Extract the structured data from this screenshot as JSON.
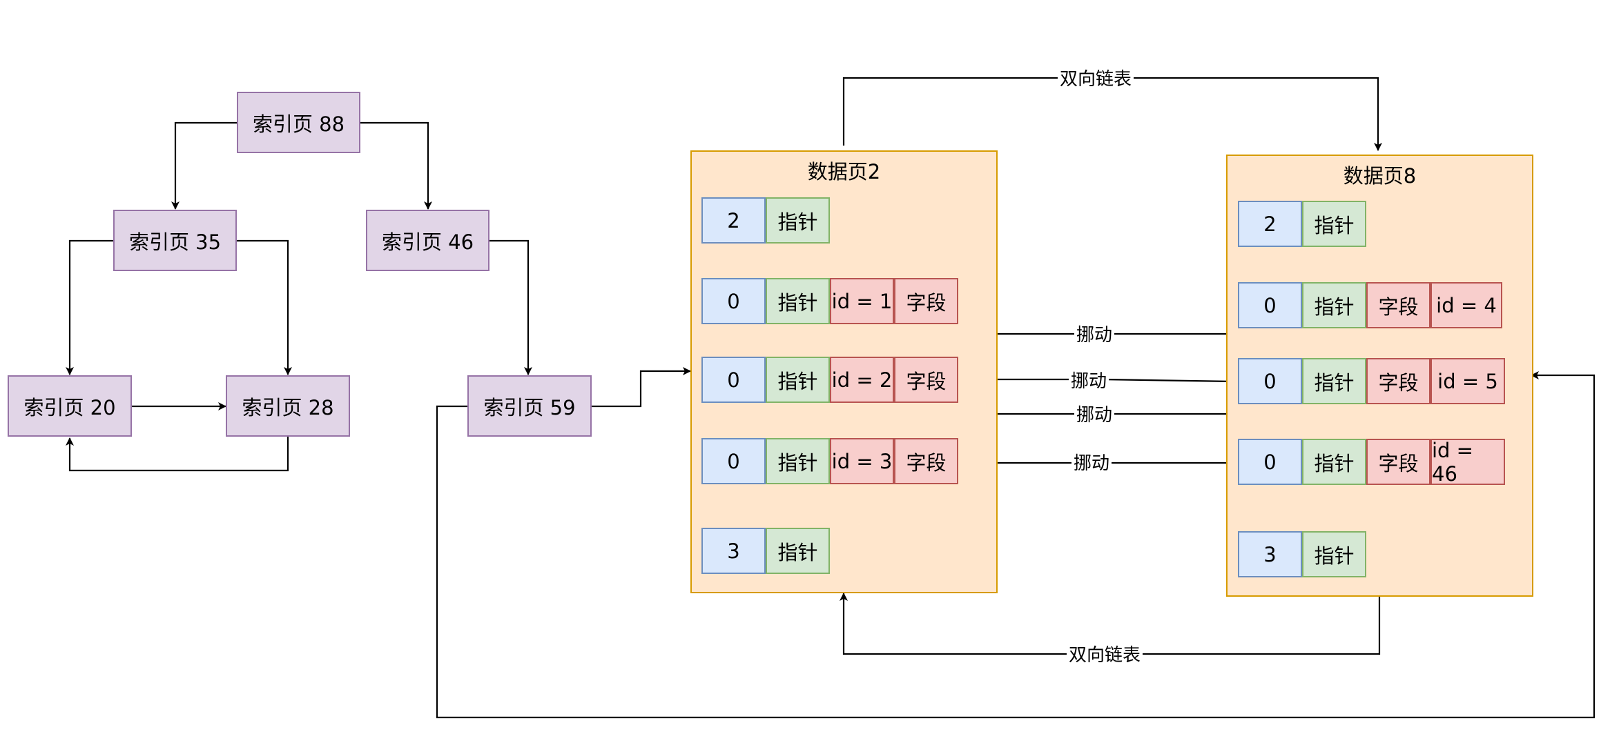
{
  "index_pages": {
    "p88": "索引页 88",
    "p35": "索引页 35",
    "p46": "索引页 46",
    "p20": "索引页 20",
    "p28": "索引页 28",
    "p59": "索引页 59"
  },
  "data_page_2": {
    "title": "数据页2",
    "rows": [
      [
        "2",
        "指针"
      ],
      [
        "0",
        "指针",
        "id = 1",
        "字段"
      ],
      [
        "0",
        "指针",
        "id = 2",
        "字段"
      ],
      [
        "0",
        "指针",
        "id = 3",
        "字段"
      ],
      [
        "3",
        "指针"
      ]
    ]
  },
  "data_page_8": {
    "title": "数据页8",
    "rows": [
      [
        "2",
        "指针"
      ],
      [
        "0",
        "指针",
        "字段",
        "id = 4"
      ],
      [
        "0",
        "指针",
        "字段",
        "id = 5"
      ],
      [
        "0",
        "指针",
        "字段",
        "id = 46"
      ],
      [
        "3",
        "指针"
      ]
    ]
  },
  "edge_labels": {
    "top_link": "双向链表",
    "bottom_link": "双向链表",
    "move_1": "挪动",
    "move_2": "挪动",
    "move_3": "挪动",
    "move_4": "挪动"
  }
}
